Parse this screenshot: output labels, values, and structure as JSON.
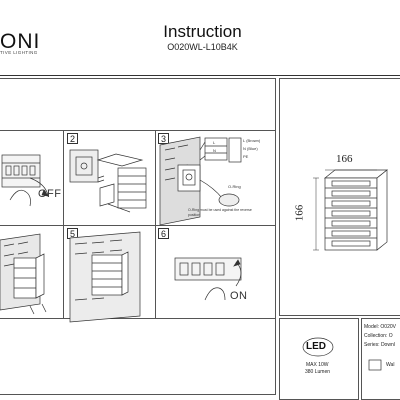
{
  "brand": {
    "name": "ONI",
    "tagline": "TIVE LIGHTING"
  },
  "header": {
    "title": "Instruction",
    "model_code": "O020WL-L10B4K"
  },
  "steps": [
    {
      "num": "2"
    },
    {
      "num": "3"
    },
    {
      "num": "5"
    },
    {
      "num": "6"
    }
  ],
  "switch_labels": {
    "off": "OFF",
    "on": "ON"
  },
  "wiring": {
    "terminals": [
      "L",
      "N"
    ],
    "wire_colors": [
      "L (Brown)",
      "N (Blue)",
      "PE"
    ],
    "ground_mark": "O-Ring",
    "note": "O-Ring must be used against the reverse position"
  },
  "dimensions": {
    "width": "166",
    "height": "166"
  },
  "led_badge": {
    "label": "LED",
    "max_power": "MAX 10W",
    "lumen": "380 Lumen"
  },
  "specs": {
    "model": "Model: O020V",
    "collection": "Collection: O",
    "series": "Series: Downl",
    "extra": "Wal"
  },
  "colors": {
    "line": "#333333",
    "brick": "#8a8a8a"
  }
}
